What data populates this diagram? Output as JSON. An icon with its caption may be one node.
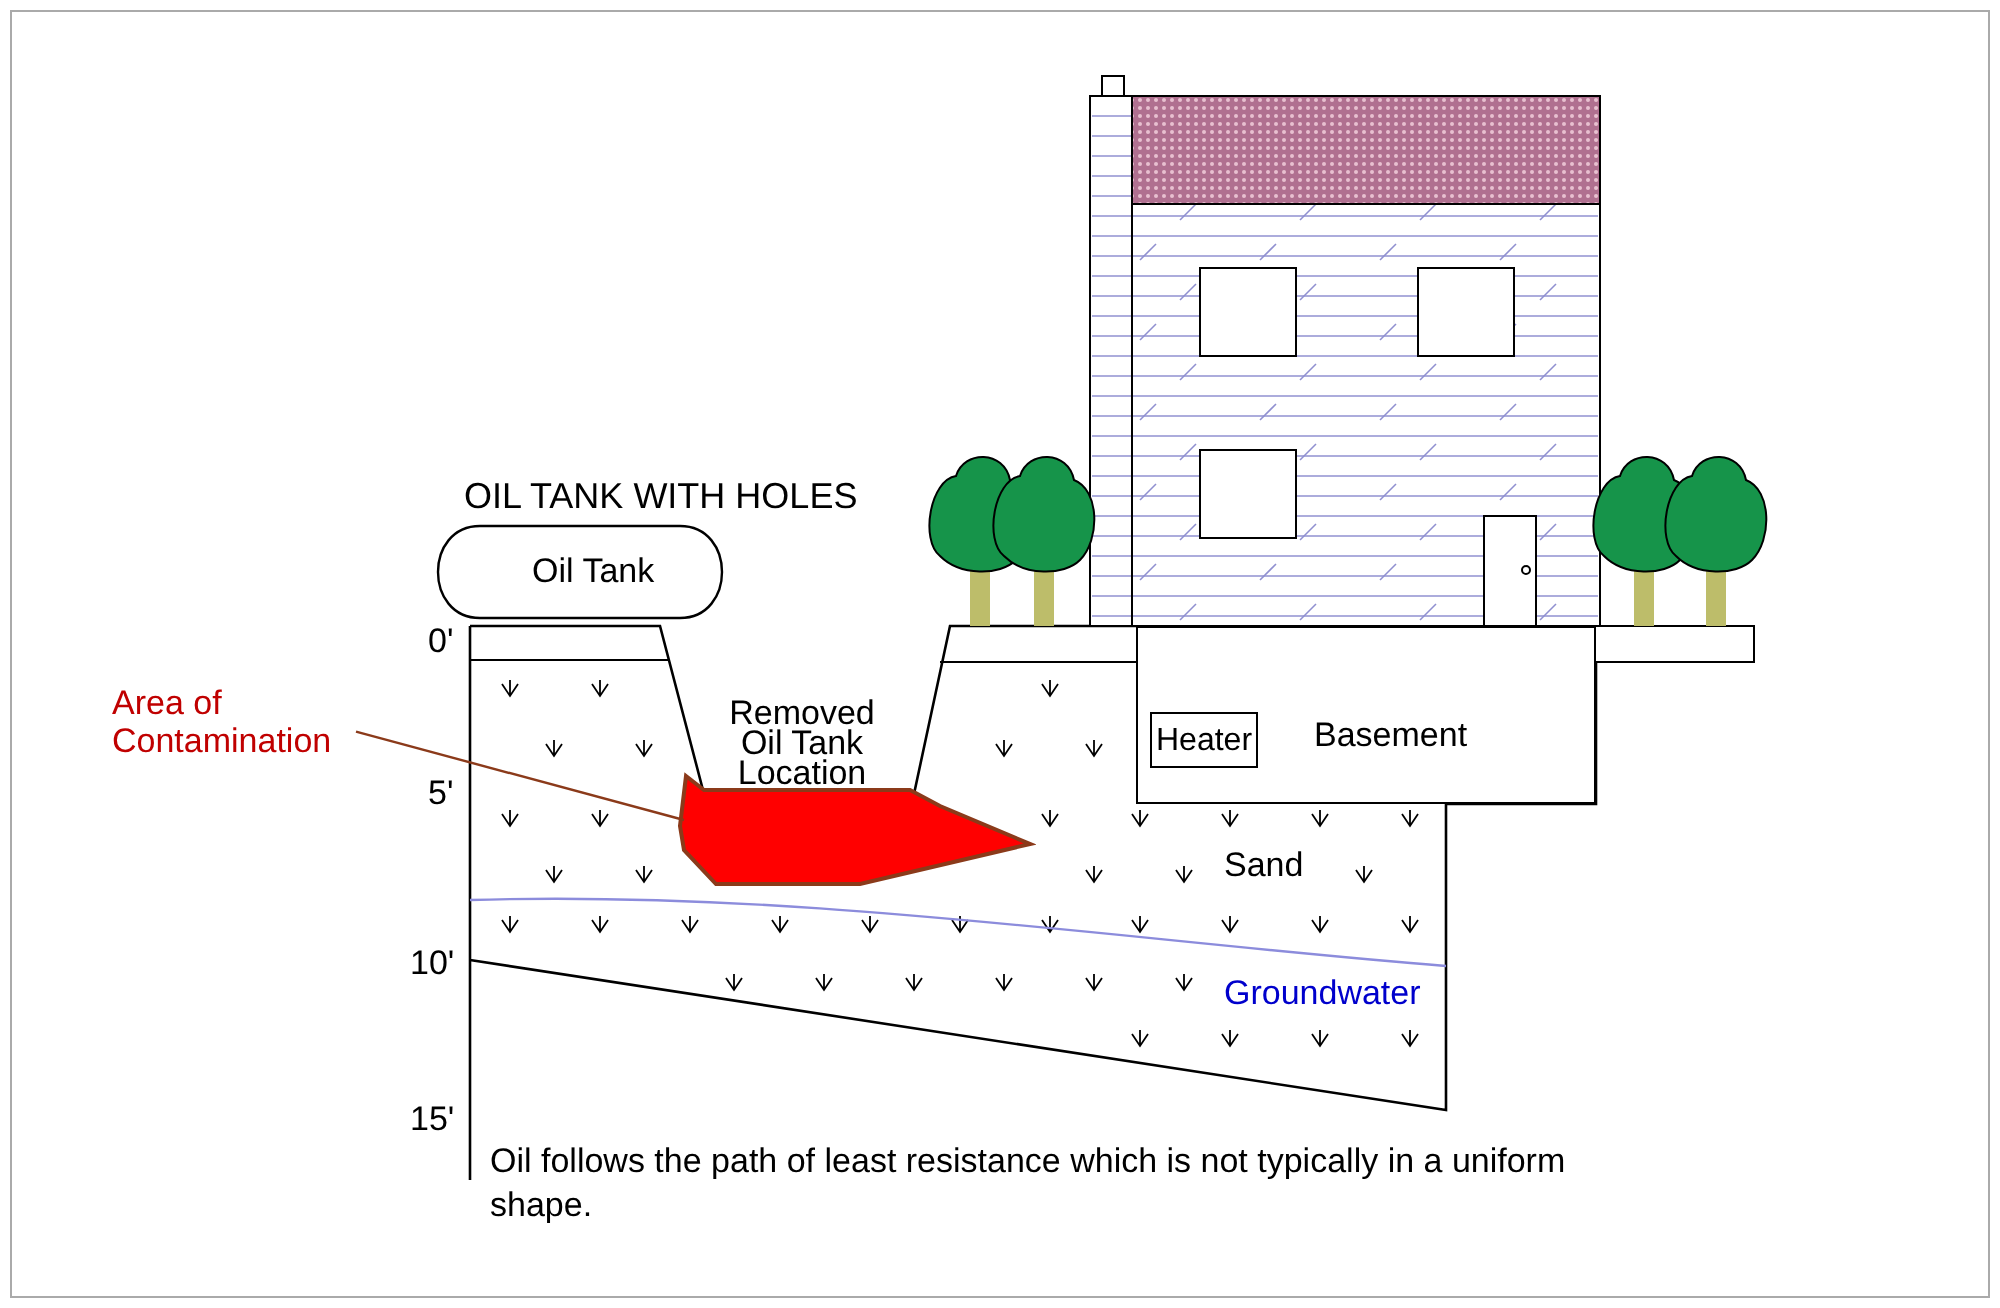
{
  "diagram": {
    "caption": "Oil follows the path of least resistance which is not typically in a uniform shape.",
    "nodes": [
      {
        "text": [
          "Oil Tank"
        ],
        "beside": [
          "OIL TANK WITH HOLES"
        ]
      },
      {
        "text": [
          "Area of Contamination"
        ]
      },
      {
        "text": [
          "Basement"
        ]
      },
      {
        "text": [
          "Heater"
        ],
        "in": 2
      },
      {
        "text": [],
        "shape": "polygon"
      }
    ],
    "edges": [
      {
        "from": 1,
        "to": 4,
        "arrow": "none"
      }
    ],
    "labels": [
      "0'",
      "Removed Oil Tank Location",
      "5'",
      "Sand",
      "10'",
      "Groundwater",
      "15'"
    ]
  }
}
